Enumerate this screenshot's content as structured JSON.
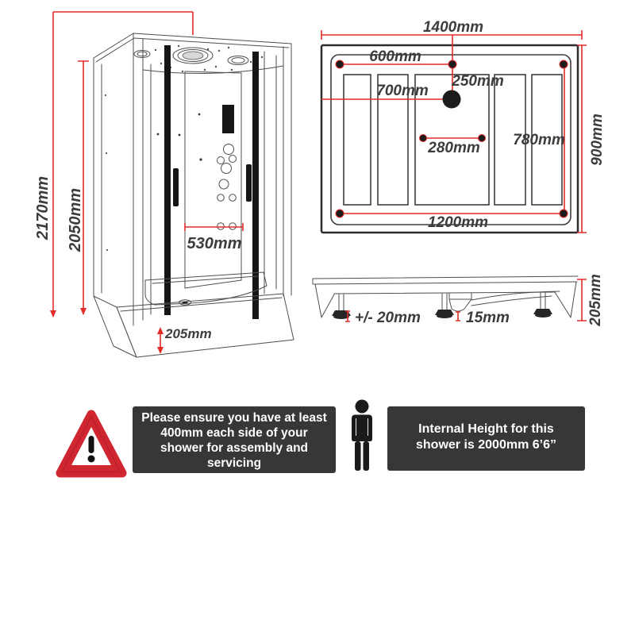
{
  "colors": {
    "dimension_red": "#e32b28",
    "line_art": "#4f4f4f",
    "panel_background": "#373737",
    "panel_text": "#ffffff",
    "warning_triangle_red": "#cf2630"
  },
  "front_view": {
    "overall_height": "2170mm",
    "internal_height": "2050mm",
    "jet_spacing": "530mm",
    "tray_height": "205mm"
  },
  "plan_view": {
    "overall_width": "1400mm",
    "overall_depth": "900mm",
    "fixing_span_top": "600mm",
    "waste_offset_back": "250mm",
    "waste_offset_left": "700mm",
    "fixing_span_center": "280mm",
    "fixing_span_side": "780mm",
    "fixing_span_bottom": "1200mm"
  },
  "profile_view": {
    "leg_adjustment": "+/- 20mm",
    "waste_clearance": "15mm",
    "tray_height": "205mm"
  },
  "notices": {
    "clearance": {
      "icon": "warning-triangle",
      "lines": [
        "Please ensure you have at least",
        "400mm each side of your",
        "shower for assembly and",
        "servicing"
      ]
    },
    "internal_height": {
      "icon": "person",
      "lines": [
        "Internal Height for this",
        "shower is 2000mm 6’6”"
      ]
    }
  }
}
